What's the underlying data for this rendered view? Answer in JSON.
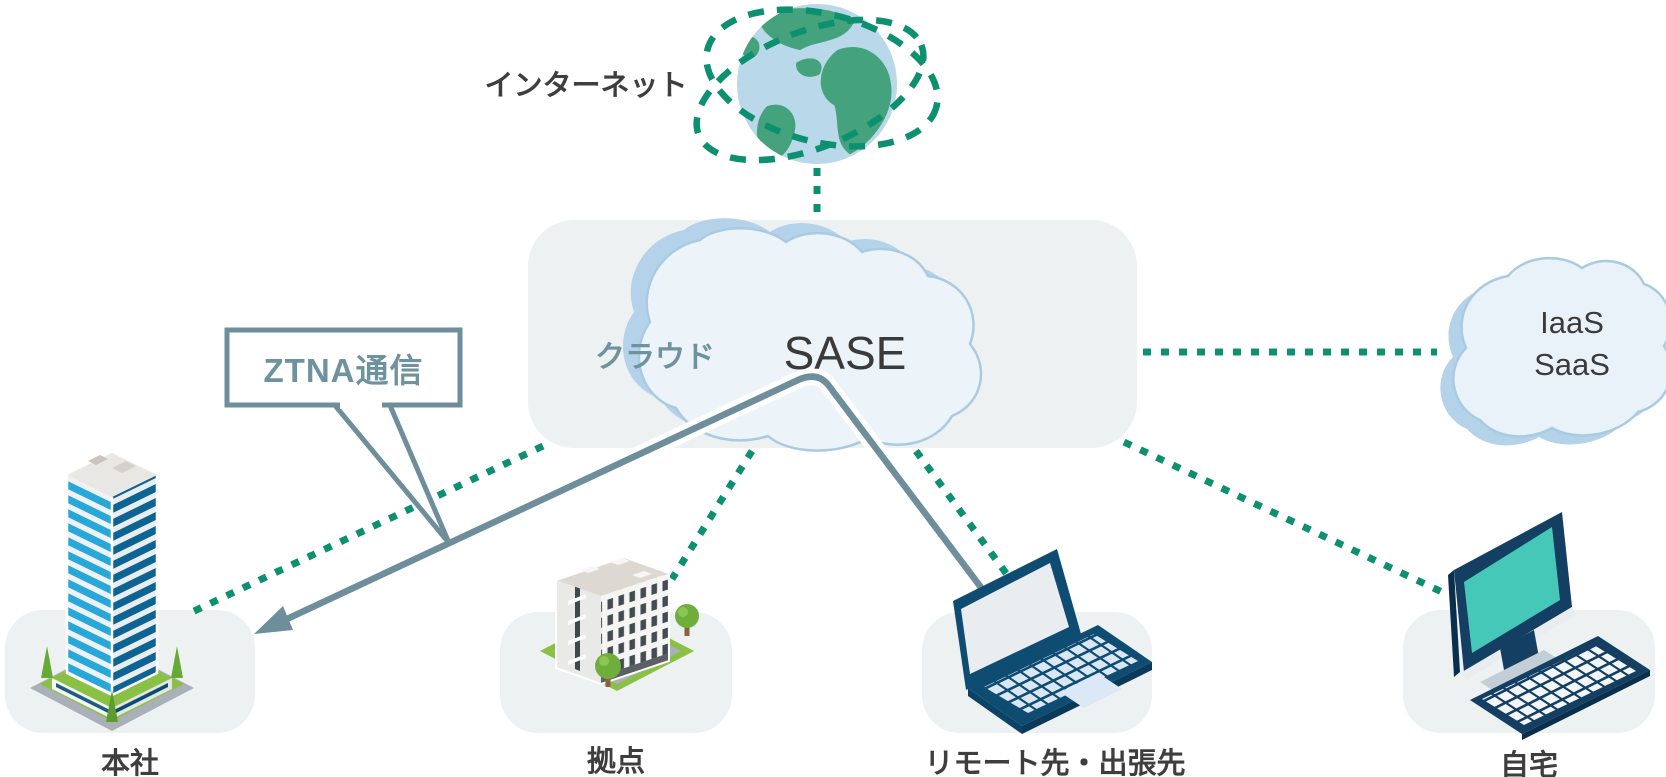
{
  "internet_label": "インターネット",
  "cloud_box": {
    "label": "クラウド",
    "sase_label": "SASE"
  },
  "iaas_cloud": {
    "line1": "IaaS",
    "line2": "SaaS"
  },
  "callout": {
    "label": "ZTNA通信"
  },
  "sites": [
    {
      "label": "本社"
    },
    {
      "label": "拠点"
    },
    {
      "label": "リモート先・出張先"
    },
    {
      "label": "自宅"
    }
  ],
  "icons": [
    "internet-globe-icon",
    "sase-cloud-icon",
    "iaas-saas-cloud-icon",
    "hq-building-icon",
    "branch-building-icon",
    "laptop-icon",
    "desktop-icon"
  ],
  "colors": {
    "accent_green": "#0c9070",
    "slate": "#6d8e9a",
    "panel_gray": "#edf1f2",
    "label_dark": "#3e3e3e",
    "cloud_fill": "#edf4f9",
    "cloud_edge": "#a9cbe2",
    "cloud_shadow": "#b4d2e9",
    "device_navy": "#0f4c72",
    "monitor_navy": "#143f63",
    "screen_teal": "#45c8b7",
    "building_green": "#8ac043",
    "globe_ocean": "#b9d8e9",
    "globe_land": "#44a37c"
  }
}
